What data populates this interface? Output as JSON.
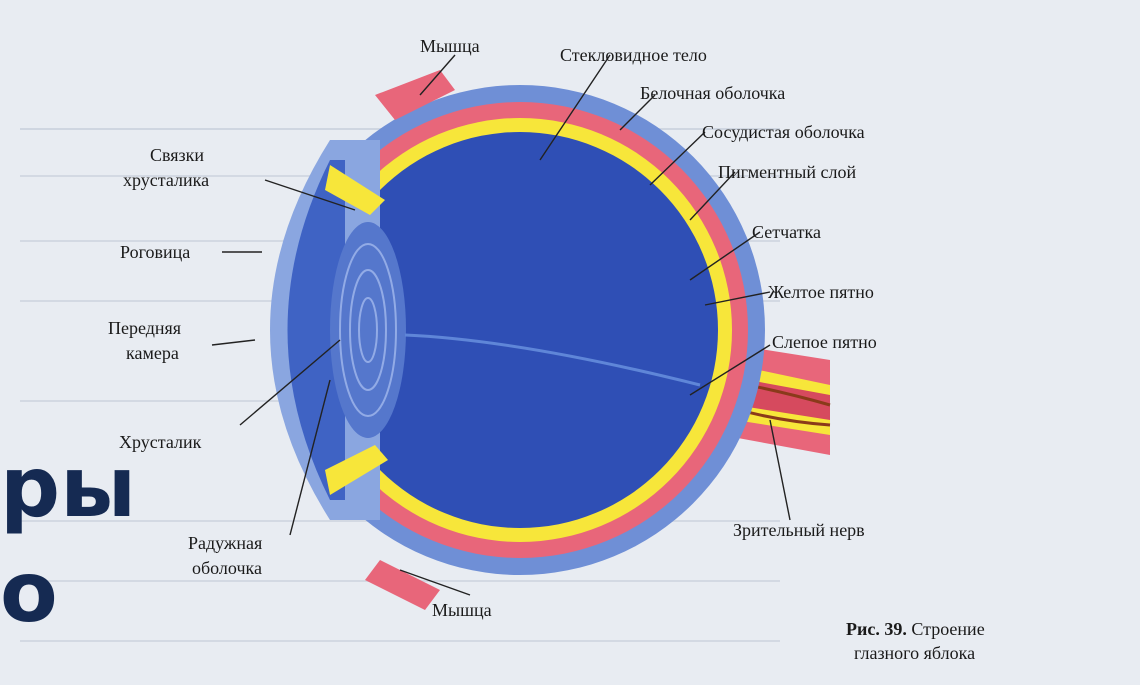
{
  "labels": {
    "muscle_top": "Мышца",
    "vitreous": "Стекловидное тело",
    "sclera": "Белочная оболочка",
    "choroid": "Сосудистая оболочка",
    "pigment": "Пигментный слой",
    "ligaments_1": "Связки",
    "ligaments_2": "хрусталика",
    "retina": "Сетчатка",
    "cornea": "Роговица",
    "macula": "Желтое пятно",
    "anterior_1": "Передняя",
    "anterior_2": "камера",
    "blind_spot": "Слепое пятно",
    "lens": "Хрусталик",
    "optic_nerve": "Зрительный нерв",
    "iris_1": "Радужная",
    "iris_2": "оболочка",
    "muscle_bottom": "Мышца"
  },
  "caption": {
    "number": "Рис. 39.",
    "title_1": "Строение",
    "title_2": "глазного яблока"
  },
  "overlay": {
    "line_1": "ры",
    "line_2": "о"
  },
  "colors": {
    "background": "#e8ecf2",
    "eye_interior": "#2f4fb5",
    "sclera_outer": "#6f8fd6",
    "choroid": "#e8667a",
    "retina": "#f7e63a",
    "overlay_text": "#152a52"
  }
}
